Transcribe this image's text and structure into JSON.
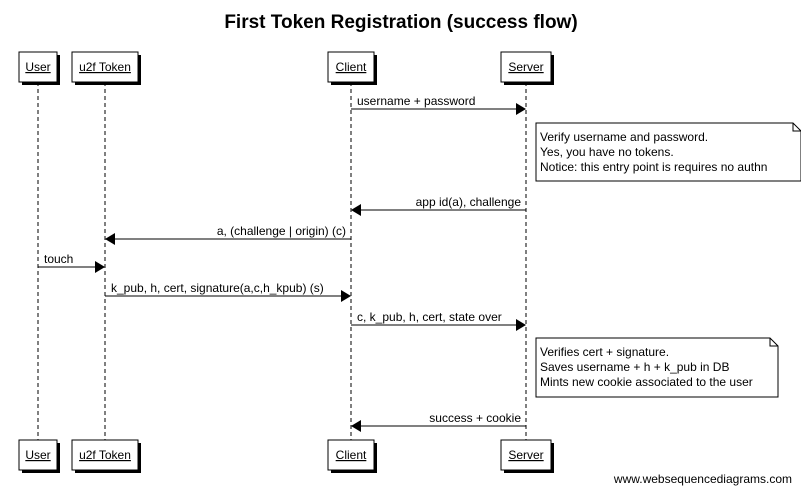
{
  "diagram": {
    "title": "First Token Registration (success flow)",
    "footer": "www.websequencediagrams.com",
    "participants": [
      {
        "id": "user",
        "label": "User"
      },
      {
        "id": "token",
        "label": "u2f Token"
      },
      {
        "id": "client",
        "label": "Client"
      },
      {
        "id": "server",
        "label": "Server"
      }
    ],
    "messages": [
      {
        "from": "client",
        "to": "server",
        "label": "username + password"
      },
      {
        "note": [
          "Verify username and password.",
          "Yes, you have no tokens.",
          " Notice: this entry point is requires no authn"
        ]
      },
      {
        "from": "server",
        "to": "client",
        "label": "app id(a), challenge"
      },
      {
        "from": "client",
        "to": "token",
        "label": "a, (challenge | origin) (c)"
      },
      {
        "from": "user",
        "to": "token",
        "label": "touch"
      },
      {
        "from": "token",
        "to": "client",
        "label": "k_pub, h, cert, signature(a,c,h_kpub) (s)"
      },
      {
        "from": "client",
        "to": "server",
        "label": "c, k_pub, h, cert, state over"
      },
      {
        "note": [
          "Verifies cert + signature.",
          "Saves username + h + k_pub in DB",
          "Mints new cookie associated to the user"
        ]
      },
      {
        "from": "server",
        "to": "client",
        "label": "success + cookie"
      }
    ]
  }
}
